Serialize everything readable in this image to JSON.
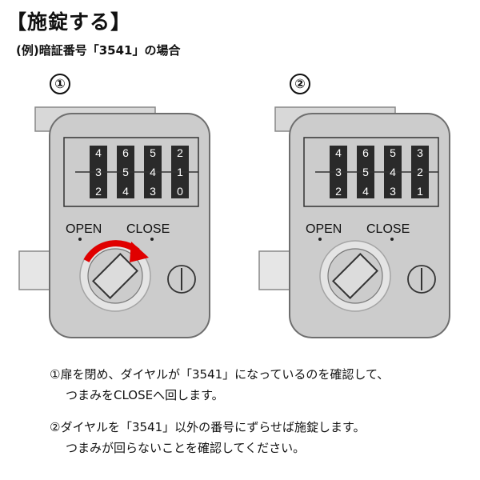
{
  "title": "【施錠する】",
  "subtitle": "(例)暗証番号「3541」の場合",
  "diagrams": [
    {
      "step": "①",
      "dials": [
        [
          "4",
          "3",
          "2"
        ],
        [
          "6",
          "5",
          "4"
        ],
        [
          "5",
          "4",
          "3"
        ],
        [
          "2",
          "1",
          "0"
        ]
      ],
      "open_label": "OPEN",
      "close_label": "CLOSE",
      "knob_position": "open",
      "rotation_arrow": true
    },
    {
      "step": "②",
      "dials": [
        [
          "4",
          "3",
          "2"
        ],
        [
          "6",
          "5",
          "4"
        ],
        [
          "5",
          "4",
          "3"
        ],
        [
          "3",
          "2",
          "1"
        ]
      ],
      "open_label": "OPEN",
      "close_label": "CLOSE",
      "knob_position": "open",
      "rotation_arrow": false
    }
  ],
  "instructions": [
    {
      "num": "①",
      "line1": "扉を閉め、ダイヤルが「3541」になっているのを確認して、",
      "line2": "つまみをCLOSEへ回します。"
    },
    {
      "num": "②",
      "line1": "ダイヤルを「3541」以外の番号にずらせば施錠します。",
      "line2": "つまみが回らないことを確認してください。"
    }
  ],
  "colors": {
    "body": "#cccccc",
    "body_outline": "#6e6e6e",
    "dial_window": "#2a2a2a",
    "ring": "#e4e4e4",
    "arrow": "#e00000"
  }
}
